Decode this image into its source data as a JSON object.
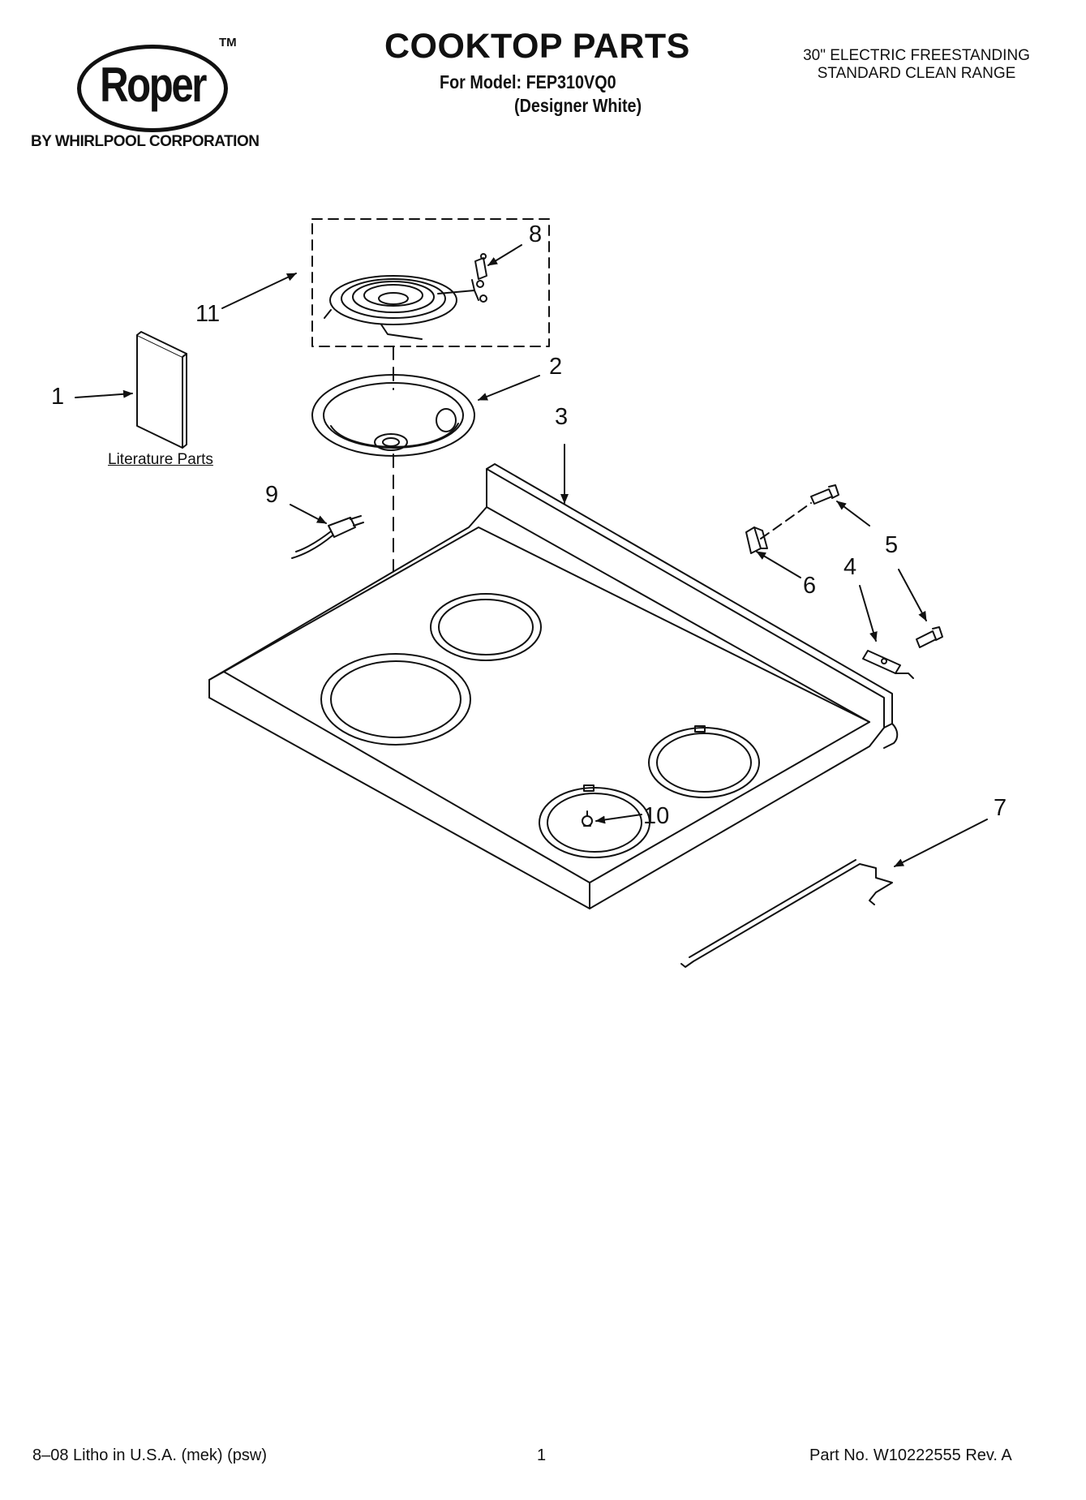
{
  "header": {
    "brand": "Roper",
    "trademark": "TM",
    "corporation": "BY WHIRLPOOL CORPORATION",
    "title": "COOKTOP PARTS",
    "model_line": "For Model: FEP310VQ0",
    "variant": "(Designer White)",
    "description": [
      "30\" ELECTRIC FREESTANDING",
      "STANDARD CLEAN RANGE"
    ]
  },
  "diagram": {
    "literature_label": "Literature Parts",
    "callouts": [
      "1",
      "2",
      "3",
      "4",
      "5",
      "6",
      "7",
      "8",
      "9",
      "10",
      "11"
    ]
  },
  "footer": {
    "print_info": "8–08 Litho in U.S.A. (mek) (psw)",
    "page_number": "1",
    "part_number": "Part No. W10222555 Rev. A"
  },
  "colors": {
    "ink": "#111111",
    "background": "#ffffff"
  }
}
